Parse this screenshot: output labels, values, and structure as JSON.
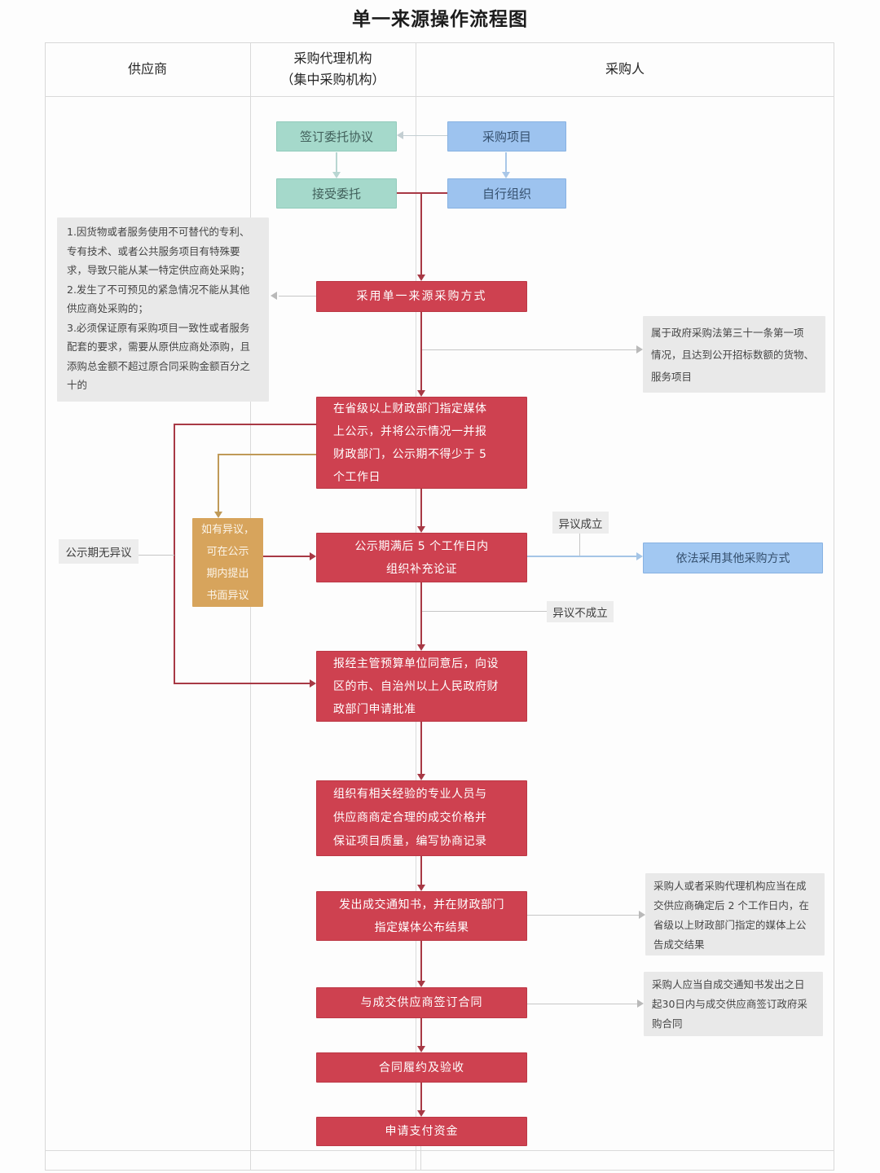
{
  "title": "单一来源操作流程图",
  "columns": {
    "supplier": "供应商",
    "agency": "采购代理机构\n（集中采购机构）",
    "purchaser": "采购人"
  },
  "nodes": {
    "sign_agreement": "签订委托协议",
    "project": "采购项目",
    "accept_entrust": "接受委托",
    "self_organize": "自行组织",
    "adopt_single_source": "采用单一来源采购方式",
    "publicize": "在省级以上财政部门指定媒体\n上公示，并将公示情况一并报\n财政部门，公示期不得少于 5\n个工作日",
    "supplement": "公示期满后 5 个工作日内\n组织补充论证",
    "approval": "报经主管预算单位同意后，向设\n区的市、自治州以上人民政府财\n政部门申请批准",
    "negotiate": "组织有相关经验的专业人员与\n供应商商定合理的成交价格并\n保证项目质量，编写协商记录",
    "notice": "发出成交通知书，并在财政部门\n指定媒体公布结果",
    "sign_contract": "与成交供应商签订合同",
    "fulfillment": "合同履约及验收",
    "payment": "申请支付资金",
    "other_method": "依法采用其他采购方式",
    "objection_window": "如有异议，\n可在公示\n期内提出\n书面异议"
  },
  "labels": {
    "no_objection": "公示期无异议",
    "objection_valid": "异议成立",
    "objection_invalid": "异议不成立"
  },
  "notes": {
    "reasons": "1.因货物或者服务使用不可替代的专利、\n专有技术、或者公共服务项目有特殊要\n求，导致只能从某一特定供应商处采购；\n2.发生了不可预见的紧急情况不能从其他\n供应商处采购的；\n3.必须保证原有采购项目一致性或者服务\n配套的要求，需要从原供应商处添购，且\n添购总金额不超过原合同采购金额百分之\n十的",
    "law_article": "属于政府采购法第三十一条第一项\n情况，且达到公开招标数额的货物、\n服务项目",
    "announce_result": "采购人或者采购代理机构应当在成\n交供应商确定后 2 个工作日内，在\n省级以上财政部门指定的媒体上公\n告成交结果",
    "sign_deadline": "采购人应当自成交通知书发出之日\n起30日内与成交供应商签订政府采\n购合同"
  },
  "colors": {
    "process_red": "#ce4150",
    "agency_teal": "#a5d9cb",
    "purchaser_blue": "#9dc3ef",
    "objection_tan": "#d7a45c",
    "note_gray": "#e9e9e9",
    "flow_line_red": "#a83945"
  }
}
